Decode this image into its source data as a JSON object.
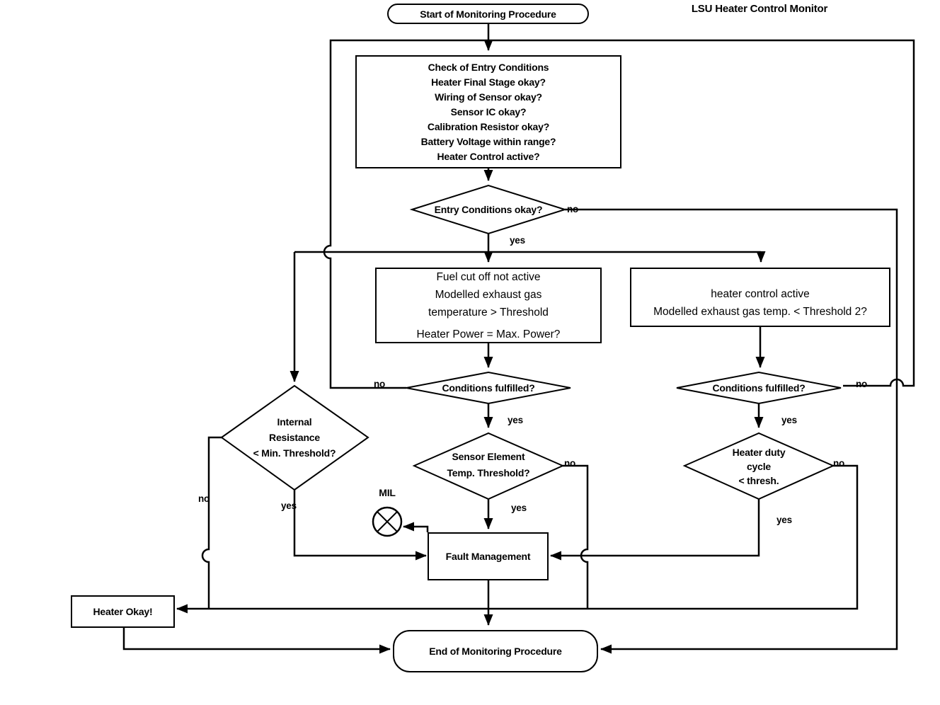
{
  "title": "LSU Heater Control Monitor",
  "nodes": {
    "start": "Start of Monitoring Procedure",
    "check_entry": [
      "Check of Entry Conditions",
      "Heater Final Stage okay?",
      "Wiring of Sensor okay?",
      "Sensor IC okay?",
      "Calibration Resistor okay?",
      "Battery Voltage within range?",
      "Heater Control active?"
    ],
    "entry_decision": "Entry Conditions okay?",
    "fuel_box": [
      "Fuel cut off not active",
      "Modelled exhaust gas",
      "temperature > Threshold",
      "Heater Power = Max. Power?"
    ],
    "heater_box": [
      "heater control active",
      "Modelled exhaust gas temp. < Threshold 2?"
    ],
    "cond_left": "Conditions fulfilled?",
    "cond_right": "Conditions fulfilled?",
    "internal_resistance": [
      "Internal",
      "Resistance",
      "< Min. Threshold?"
    ],
    "sensor_element": [
      "Sensor Element",
      "Temp. Threshold?"
    ],
    "heater_duty": [
      "Heater duty",
      "cycle",
      "< thresh."
    ],
    "mil": "MIL",
    "fault": "Fault Management",
    "heater_okay": "Heater Okay!",
    "end": "End of Monitoring Procedure"
  },
  "labels": {
    "entry_no": "no",
    "entry_yes": "yes",
    "cond_left_no": "no",
    "cond_left_yes": "yes",
    "cond_right_no": "no",
    "cond_right_yes": "yes",
    "sensor_no": "no",
    "sensor_yes": "yes",
    "duty_no": "no",
    "duty_yes": "yes",
    "internal_no": "no",
    "internal_yes": "yes"
  },
  "colors": {
    "line": "#000000",
    "background": "#ffffff"
  }
}
